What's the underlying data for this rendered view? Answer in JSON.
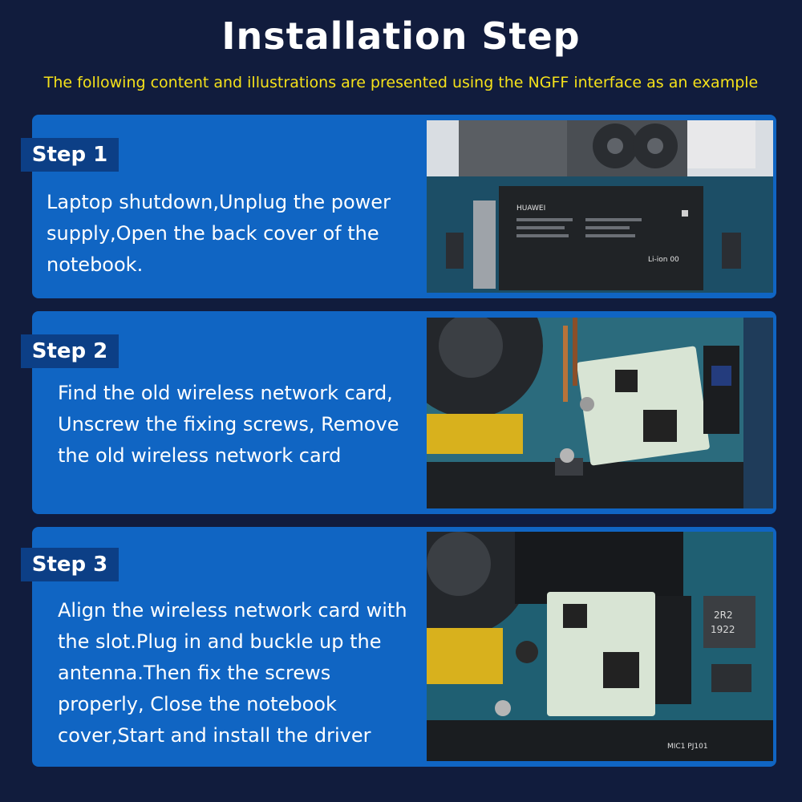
{
  "header": {
    "title": "Installation Step",
    "subtitle": "The following content and illustrations are presented using the NGFF interface as an example"
  },
  "steps": [
    {
      "label": "Step 1",
      "text": "Laptop shutdown,Unplug the power supply,Open the back cover of the notebook.",
      "photo": {
        "brand": "HUAWEI",
        "cell": "Li-ion 00"
      }
    },
    {
      "label": "Step 2",
      "text": "Find the old wireless network card, Unscrew the fixing screws, Remove the old wireless network card"
    },
    {
      "label": "Step 3",
      "text": "Align the wireless network card with the slot.Plug in and buckle up the antenna.Then fix the screws properly, Close the notebook cover,Start and install the driver",
      "photo": {
        "chip_top": "2R2",
        "chip_bottom": "1922",
        "board_label": "MIC1 PJ101"
      }
    }
  ],
  "colors": {
    "background": "#111c3d",
    "panel": "#1065c3",
    "step_label": "#0c3f86",
    "subtitle": "#f5e11a"
  }
}
